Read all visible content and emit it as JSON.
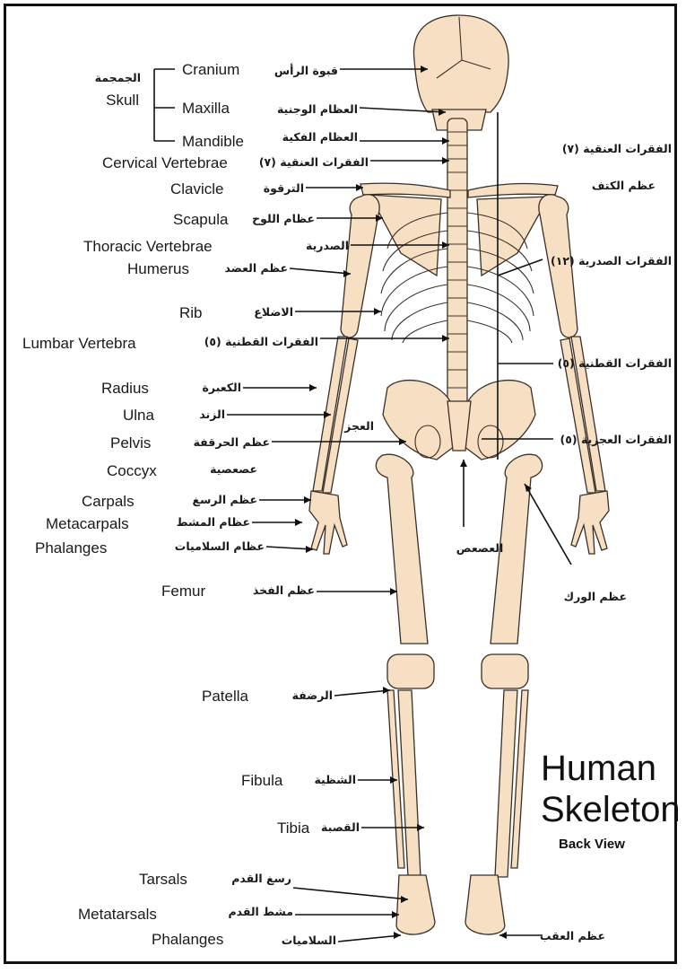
{
  "title": {
    "line1": "Human",
    "line2": "Skeleton",
    "view": "Back View"
  },
  "skull_group": {
    "en": "Skull",
    "ar": "الجمجمة"
  },
  "left_labels": [
    {
      "en": "Cranium",
      "ar": "قبوة الرأس"
    },
    {
      "en": "Maxilla",
      "ar": "العظام الوجنية"
    },
    {
      "en": "Mandible",
      "ar": "العظام الفكية"
    },
    {
      "en": "Cervical Vertebrae",
      "ar": "الفقرات العنقية (٧)"
    },
    {
      "en": "Clavicle",
      "ar": "الترقوة"
    },
    {
      "en": "Scapula",
      "ar": "عظام اللوح"
    },
    {
      "en": "Thoracic Vertebrae",
      "ar": "الصدرية"
    },
    {
      "en": "Humerus",
      "ar": "عظم العضد"
    },
    {
      "en": "Rib",
      "ar": "الاضلاع"
    },
    {
      "en": "Lumbar Vertebra",
      "ar": "الفقرات القطنية (٥)"
    },
    {
      "en": "Radius",
      "ar": "الكعبرة"
    },
    {
      "en": "Ulna",
      "ar": "الزند"
    },
    {
      "en": "Pelvis",
      "ar": "عظم الحرقفة"
    },
    {
      "en": "Coccyx",
      "ar": "عصعصية"
    },
    {
      "en": "Carpals",
      "ar": "عظم الرسغ"
    },
    {
      "en": "Metacarpals",
      "ar": "عظام المشط"
    },
    {
      "en": "Phalanges",
      "ar": "عظام السلاميات"
    },
    {
      "en": "Femur",
      "ar": "عظم الفخذ"
    },
    {
      "en": "Patella",
      "ar": "الرضفة"
    },
    {
      "en": "Fibula",
      "ar": "الشظية"
    },
    {
      "en": "Tibia",
      "ar": "القصبة"
    },
    {
      "en": "Tarsals",
      "ar": "رسغ القدم"
    },
    {
      "en": "Metatarsals",
      "ar": "مشط القدم"
    },
    {
      "en": "Phalanges",
      "ar": "السلاميات"
    }
  ],
  "right_labels": [
    {
      "ar": "الفقرات العنقية (٧)"
    },
    {
      "ar": "عظم الكتف"
    },
    {
      "ar": "الفقرات الصدرية (١٢)"
    },
    {
      "ar": "الفقرات القطنية (٥)"
    },
    {
      "ar": "الفقرات العجزية (٥)"
    },
    {
      "ar": "عظم الورك"
    },
    {
      "ar": "عظم العقب"
    }
  ],
  "center_labels": [
    {
      "ar": "العجز"
    },
    {
      "ar": "العصعص"
    }
  ]
}
